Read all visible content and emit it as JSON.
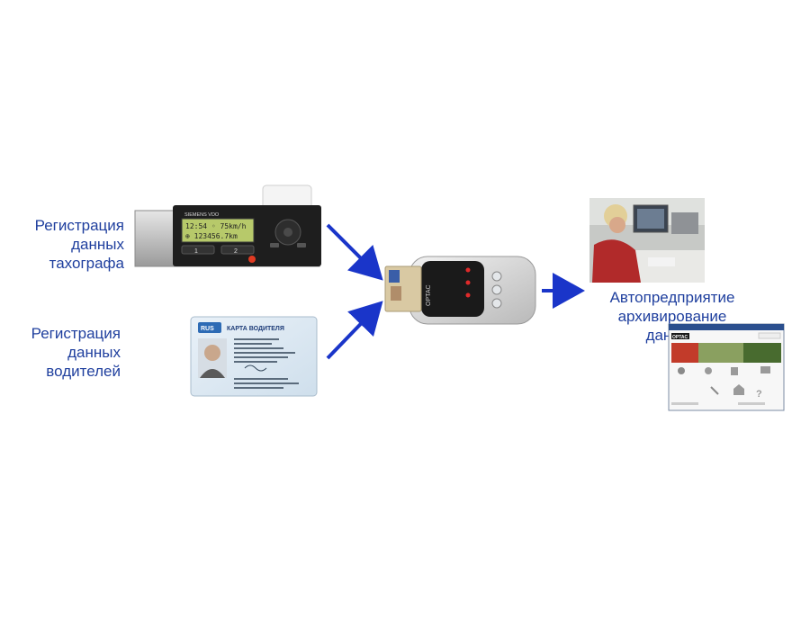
{
  "labels": {
    "tachograph": [
      "Регистрация",
      "данных",
      "тахографа"
    ],
    "drivers": [
      "Регистрация",
      "данных",
      "водителей"
    ],
    "company": [
      "Автопредприятие",
      "архивирование",
      "данных"
    ]
  },
  "tachograph_device": {
    "brand": "SIEMENS VDO",
    "lcd_line1": "12:54 ◦ 75km/h",
    "lcd_line2": "⊕ 123456.7km",
    "btn1": "1",
    "btn2": "2"
  },
  "driver_card": {
    "country": "RUS",
    "title": "КАРТА ВОДИТЕЛЯ"
  },
  "reader": {
    "brand": "OPTAC"
  },
  "software_screen": {
    "brand": "OPTAC"
  },
  "colors": {
    "label_text": "#1f3f9e",
    "arrow": "#1a35c9",
    "card_blue": "#2d6bb5"
  }
}
